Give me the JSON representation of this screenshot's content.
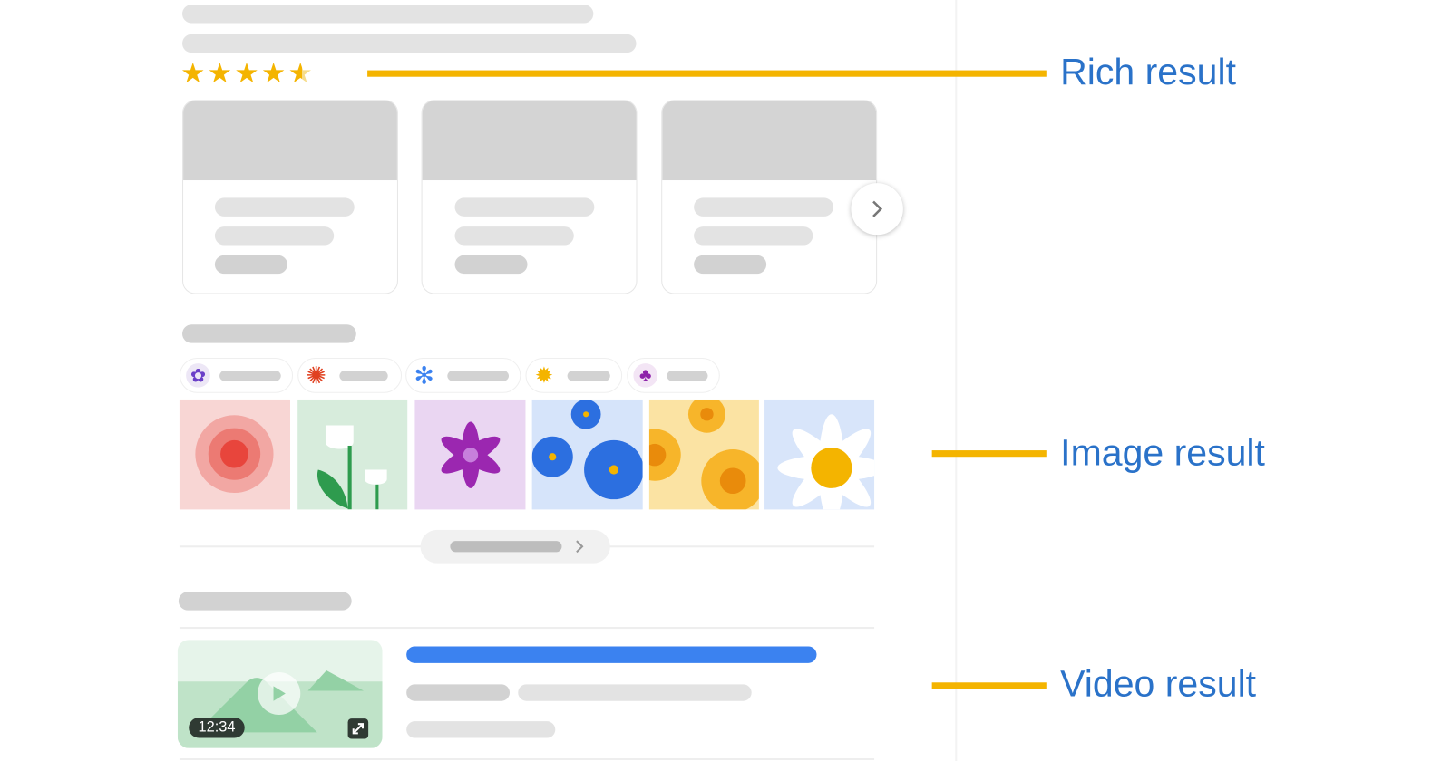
{
  "labels": {
    "rich": "Rich result",
    "image": "Image result",
    "video": "Video result"
  },
  "rating": {
    "stars": 4.5,
    "max": 5
  },
  "video": {
    "duration": "12:34"
  },
  "colors": {
    "accent_line": "#f4b400",
    "label": "#2a72c9",
    "link": "#3b82f0"
  },
  "icons": [
    "star-icon",
    "chevron-right-icon",
    "play-icon",
    "expand-icon"
  ]
}
